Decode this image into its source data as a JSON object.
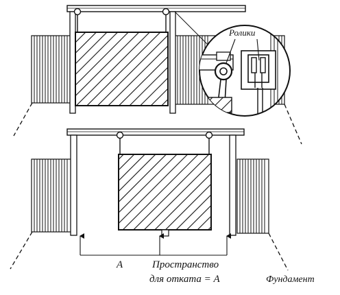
{
  "labels": {
    "rollers": "Ролики",
    "clearance": "A",
    "rollback_space_line1": "Пространство",
    "rollback_space_line2": "для отката = A",
    "foundation": "Фундамент"
  },
  "colors": {
    "ink": "#111111",
    "background": "#ffffff"
  }
}
